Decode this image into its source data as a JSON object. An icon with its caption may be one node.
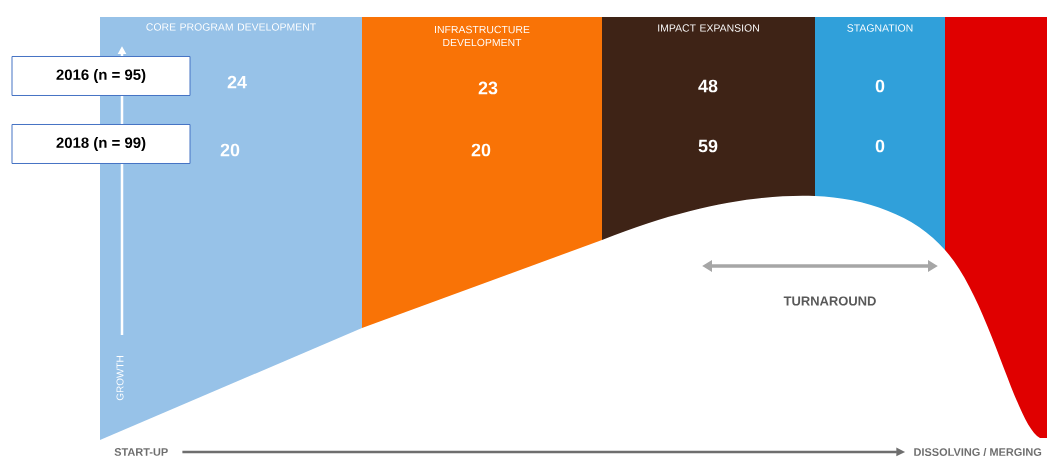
{
  "diagram": {
    "nodes": [
      {
        "text": [
          "CORE PROGRAM DEVELOPMENT",
          "24",
          "20"
        ]
      },
      {
        "text": [
          "INFRASTRUCTURE DEVELOPMENT",
          "23",
          "20"
        ]
      },
      {
        "text": [
          "IMPACT EXPANSION",
          "48",
          "59"
        ]
      },
      {
        "text": [
          "STAGNATION",
          "0",
          "0"
        ]
      },
      {
        "text": [],
        "shape": "bar"
      },
      {
        "text": [
          "2016 (n = 95)"
        ]
      },
      {
        "text": [
          "2018 (n = 99)"
        ]
      },
      {
        "text": [
          "START-UP"
        ]
      },
      {
        "text": [
          "DISSOLVING / MERGING"
        ]
      }
    ],
    "edges": [
      {
        "from": 7,
        "to": 8,
        "arrow": "to"
      }
    ],
    "labels": [
      "TURNAROUND",
      "GROWTH"
    ]
  }
}
